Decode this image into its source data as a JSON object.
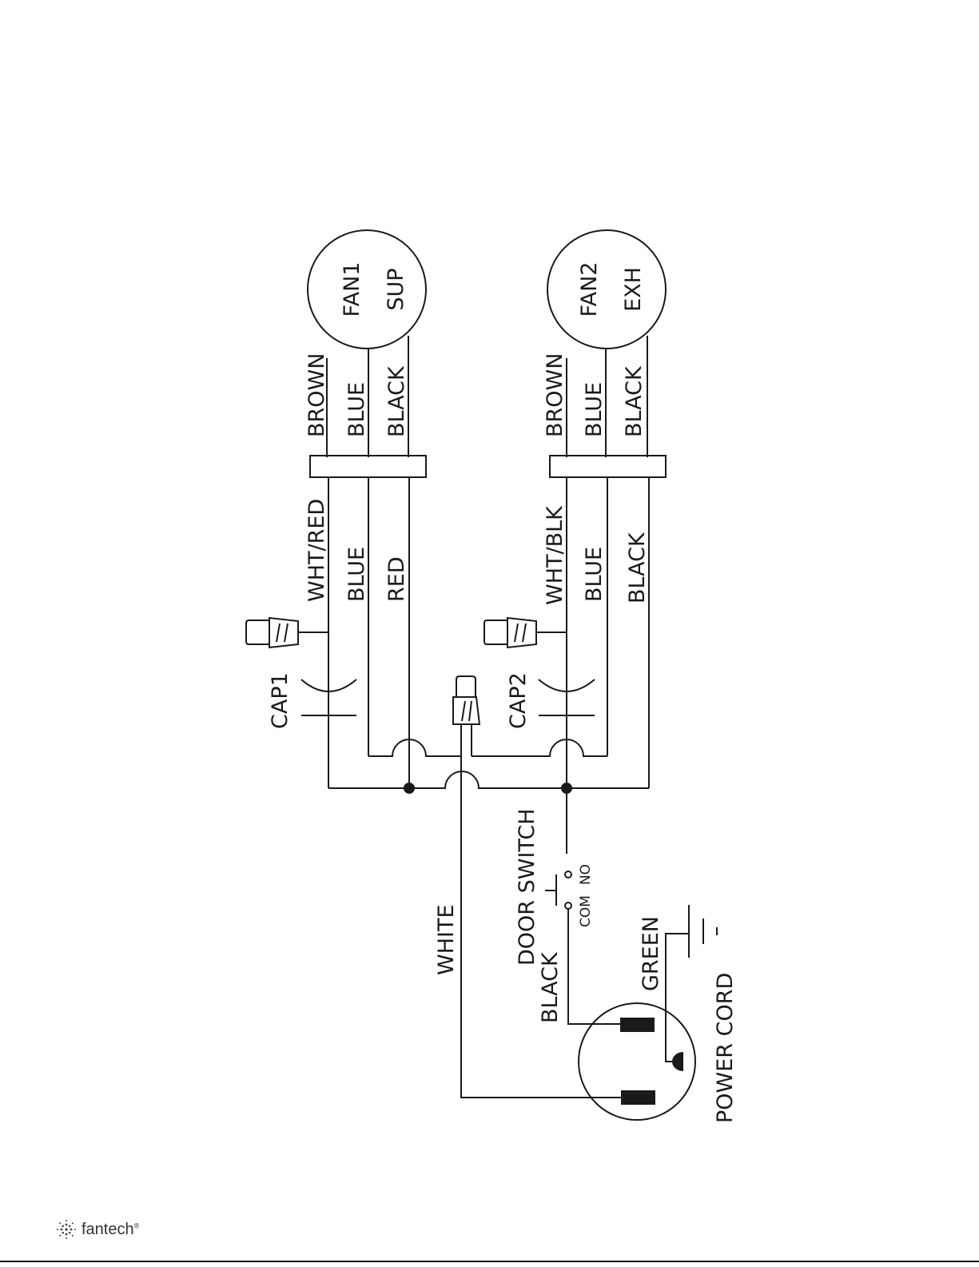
{
  "colors": {
    "line": "#1a1a1a",
    "background": "#ffffff"
  },
  "fan1": {
    "name": "FAN1",
    "role": "SUP",
    "wires": [
      "BROWN",
      "BLUE",
      "BLACK"
    ]
  },
  "fan2": {
    "name": "FAN2",
    "role": "EXH",
    "wires": [
      "BROWN",
      "BLUE",
      "BLACK"
    ]
  },
  "lead1": [
    "WHT/RED",
    "BLUE",
    "RED"
  ],
  "lead2": [
    "WHT/BLK",
    "BLUE",
    "BLACK"
  ],
  "capacitors": {
    "cap1": "CAP1",
    "cap2": "CAP2"
  },
  "switch": {
    "label": "DOOR SWITCH",
    "com": "COM",
    "no": "NO"
  },
  "cord": {
    "label": "POWER CORD",
    "hot": "BLACK",
    "neutral": "WHITE",
    "ground": "GREEN"
  },
  "footer": {
    "brand": "fantech",
    "mark": "®"
  }
}
